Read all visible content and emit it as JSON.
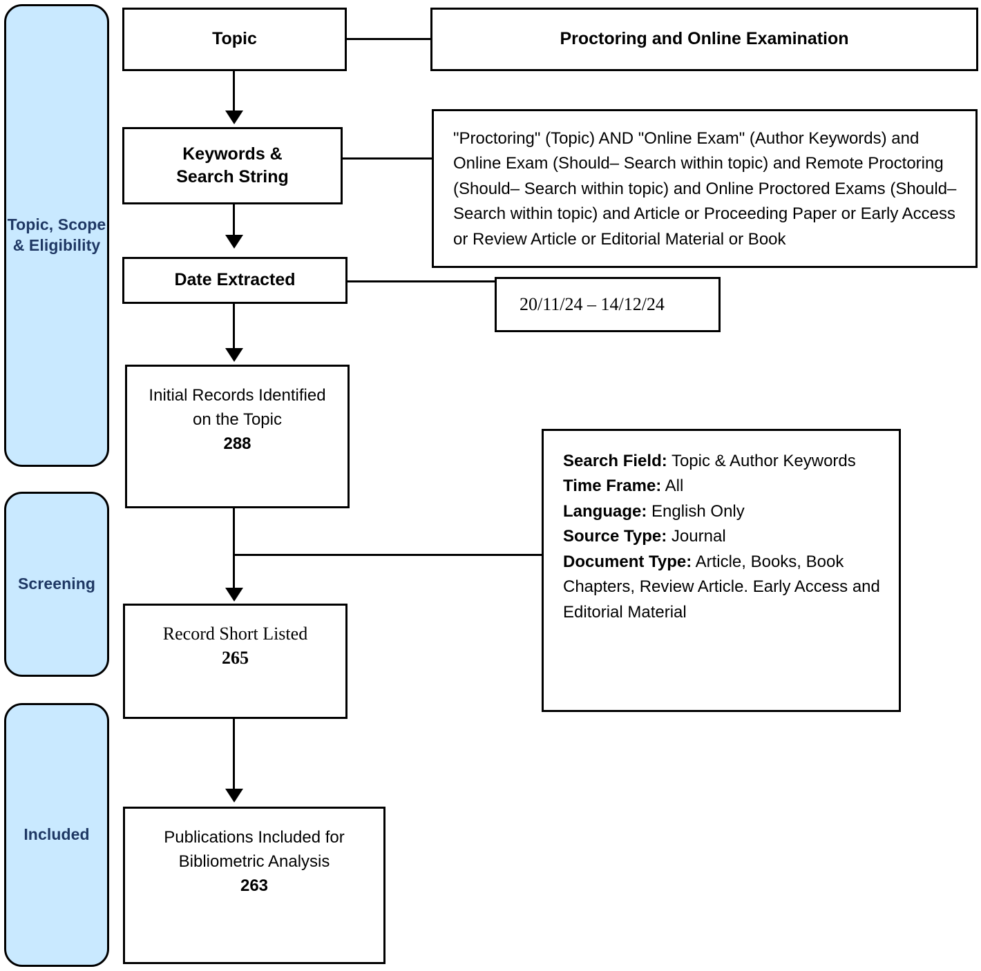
{
  "stages": [
    {
      "id": "topic-scope-eligibility",
      "label": "Topic, Scope & Eligibility"
    },
    {
      "id": "screening",
      "label": "Screening"
    },
    {
      "id": "included",
      "label": "Included"
    }
  ],
  "nodes": {
    "topic": {
      "label": "Topic"
    },
    "topic_value": {
      "label": "Proctoring and Online Examination"
    },
    "keywords": {
      "label": "Keywords & Search String"
    },
    "search_string": {
      "text": "\"Proctoring\"  (Topic) AND \"Online Exam\" (Author Keywords) and Online Exam (Should– Search within topic) and Remote Proctoring (Should– Search within topic) and Online Proctored Exams (Should– Search within topic) and Article or Proceeding Paper or Early Access or Review Article or Editorial Material or Book"
    },
    "date_extracted": {
      "label": "Date Extracted"
    },
    "date_value": {
      "label": "20/11/24 – 14/12/24"
    },
    "initial_records": {
      "line1": "Initial Records Identified",
      "line2": "on the Topic",
      "count": "288"
    },
    "short_listed": {
      "line1": "Record Short Listed",
      "count": "265"
    },
    "included_publications": {
      "line1": "Publications Included for",
      "line2": "Bibliometric Analysis",
      "count": "263"
    }
  },
  "criteria": {
    "rows": [
      {
        "label": "Search Field:",
        "value": " Topic & Author Keywords"
      },
      {
        "label": "Time Frame:",
        "value": " All"
      },
      {
        "label": "Language:",
        "value": " English Only"
      },
      {
        "label": "Source Type:",
        "value": " Journal"
      },
      {
        "label": "Document Type:",
        "value": " Article, Books, Book Chapters, Review Article. Early Access and Editorial Material"
      }
    ]
  },
  "colors": {
    "stage_fill": "#c9e9ff",
    "stage_text": "#1f3864",
    "stroke": "#000000",
    "node_fill": "#ffffff"
  }
}
